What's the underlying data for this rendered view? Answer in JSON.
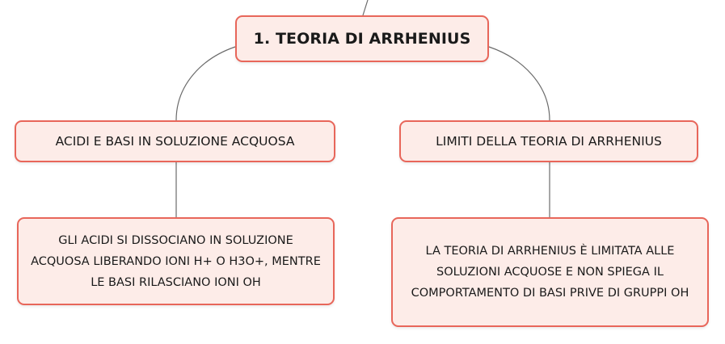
{
  "diagram": {
    "root": {
      "label": "1. TEORIA DI ARRHENIUS"
    },
    "branches": [
      {
        "label": "ACIDI E BASI IN SOLUZIONE ACQUOSA",
        "detail": "GLI ACIDI SI DISSOCIANO IN SOLUZIONE ACQUOSA LIBERANDO IONI H+ O H3O+, MENTRE LE BASI RILASCIANO IONI OH"
      },
      {
        "label": "LIMITI DELLA TEORIA DI ARRHENIUS",
        "detail": "LA TEORIA DI ARRHENIUS È LIMITATA ALLE SOLUZIONI ACQUOSE E NON SPIEGA IL COMPORTAMENTO DI BASI PRIVE DI GRUPPI OH"
      }
    ]
  },
  "colors": {
    "node_fill": "#fdece8",
    "node_border": "#e8665a",
    "connector": "#6b6b6b",
    "text": "#1a1a1a"
  }
}
